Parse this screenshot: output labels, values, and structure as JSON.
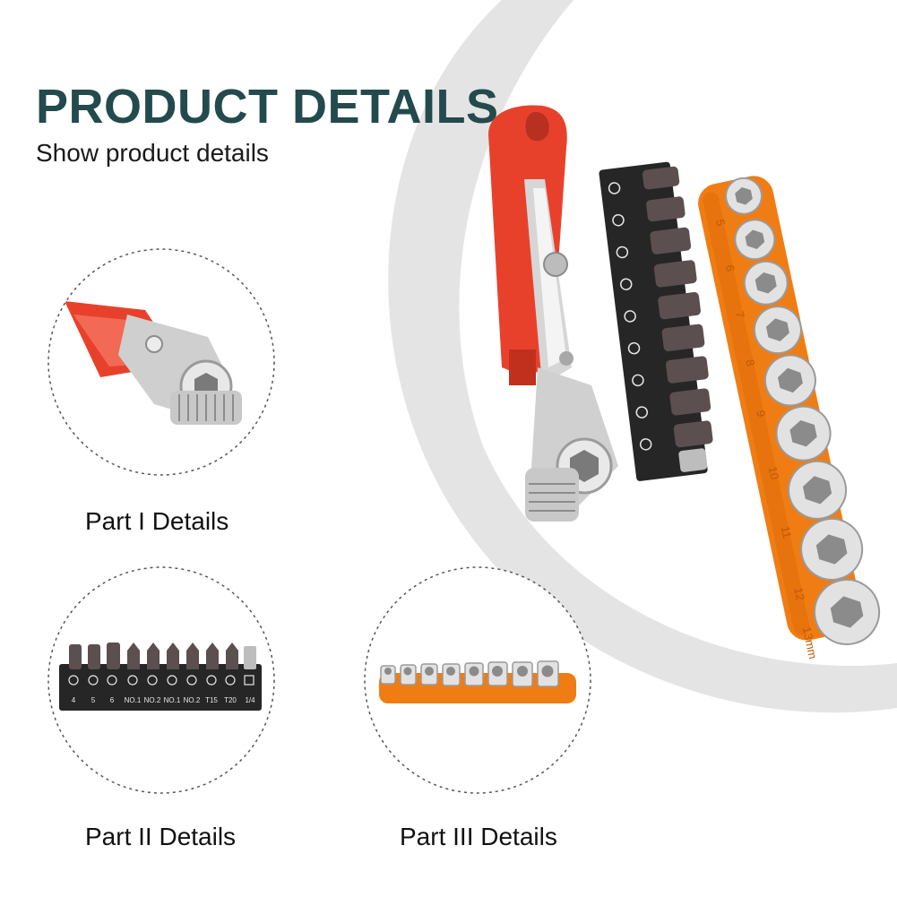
{
  "header": {
    "title": "PRODUCT DETAILS",
    "subtitle": "Show product details"
  },
  "details": [
    {
      "label": "Part I Details"
    },
    {
      "label": "Part II Details"
    },
    {
      "label": "Part III Details"
    }
  ],
  "bit_labels": [
    "4",
    "5",
    "6",
    "NO.1",
    "NO.2",
    "NO.1",
    "NO.2",
    "T15",
    "T20",
    "1/4"
  ],
  "socket_sizes": [
    "5",
    "6",
    "7",
    "8",
    "9",
    "10",
    "11",
    "12",
    "13mm"
  ],
  "colors": {
    "title": "#234a4c",
    "handle_red": "#e8412b",
    "holder_orange": "#f07d14",
    "bit_holder_black": "#262626",
    "arc_gray": "#e4e4e4"
  }
}
